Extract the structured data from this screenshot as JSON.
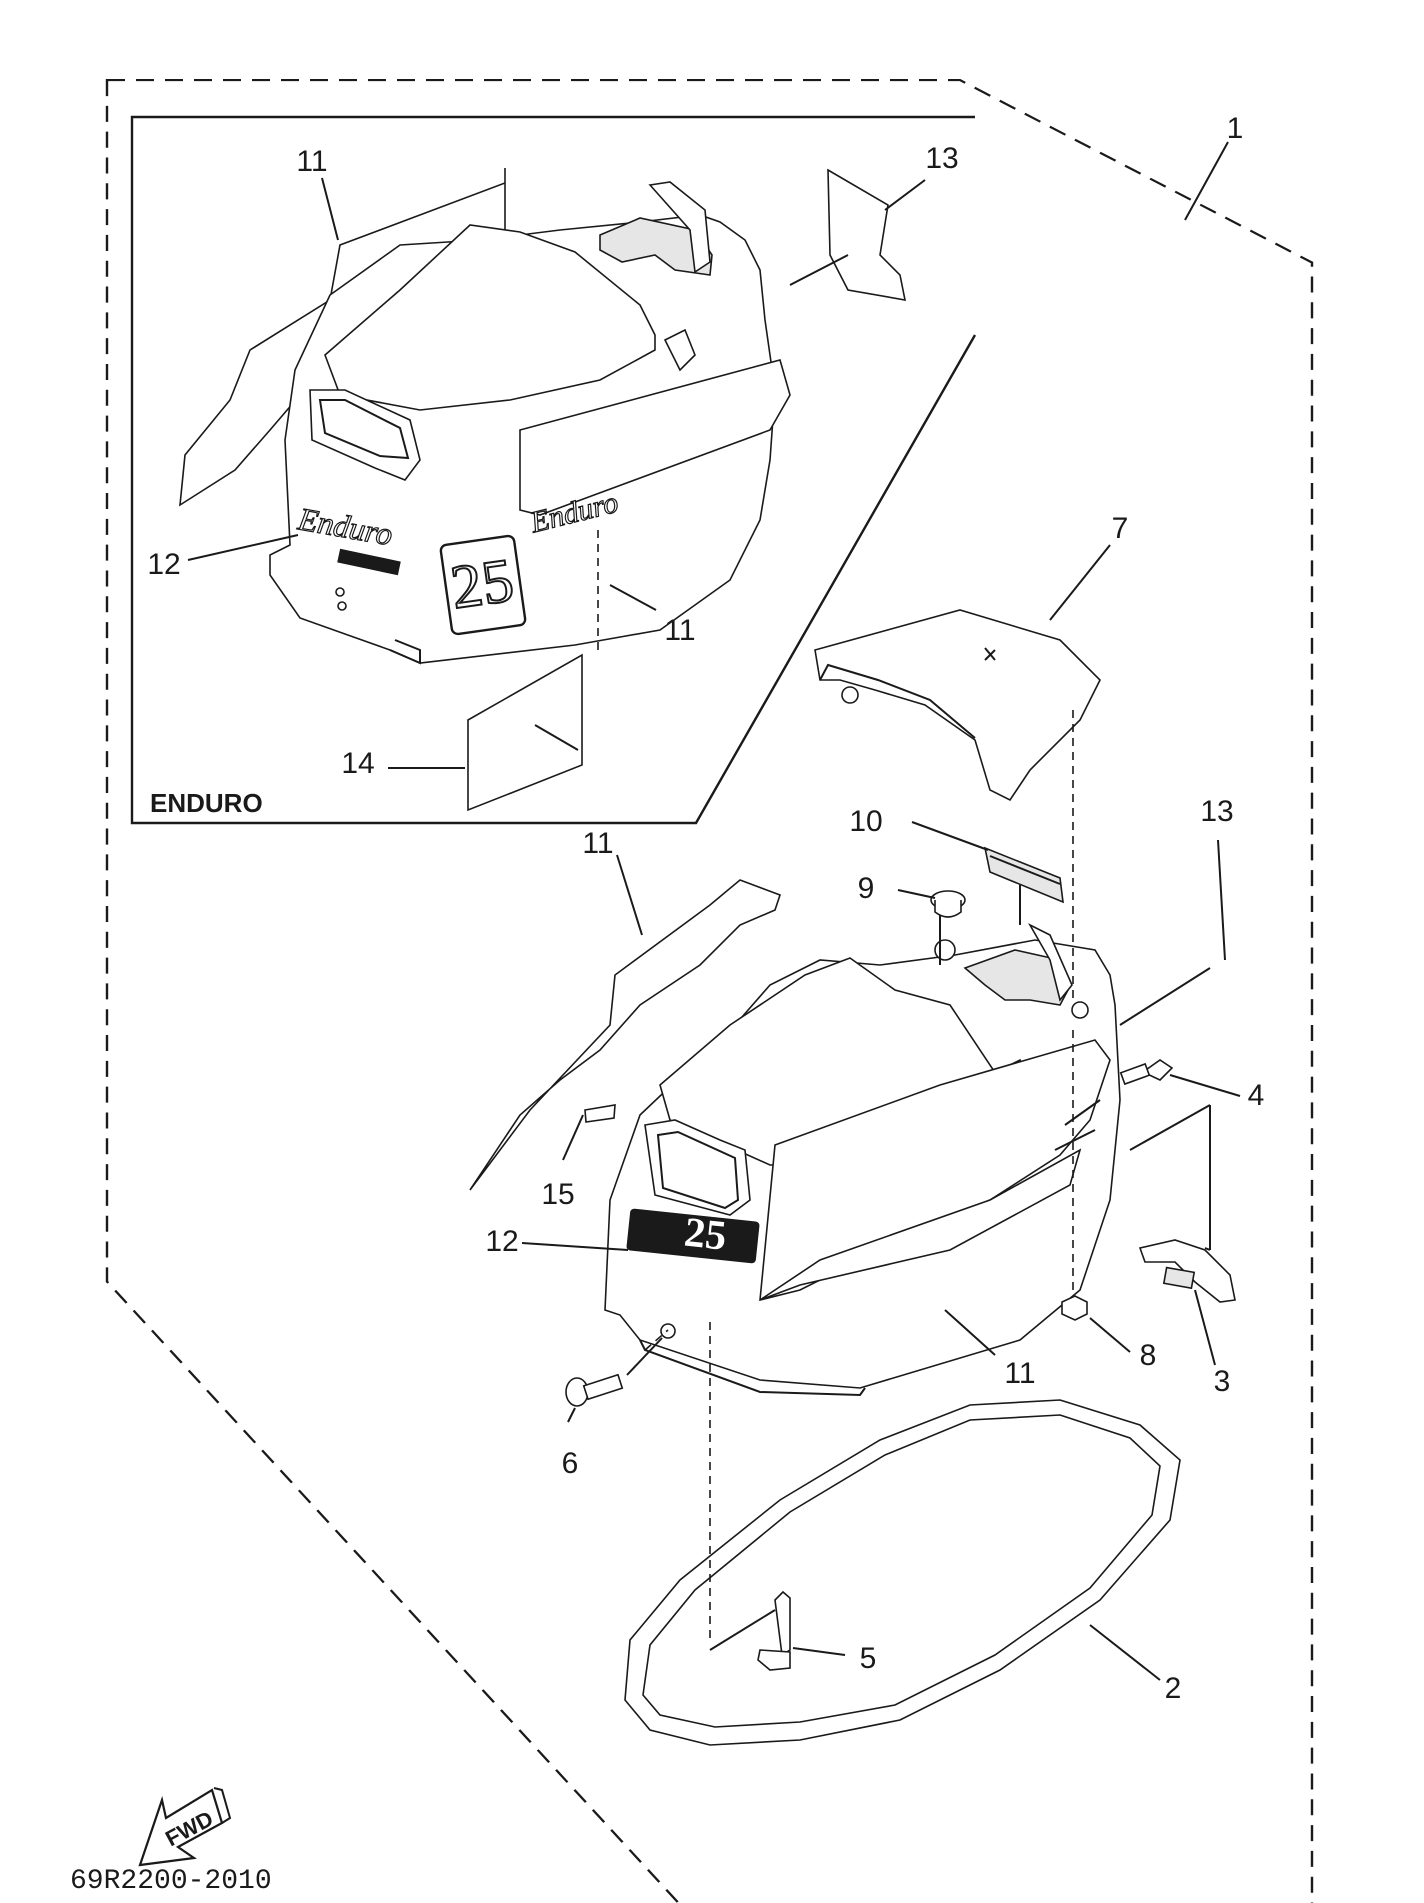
{
  "diagram": {
    "inset_label": "ENDURO",
    "drawing_code": "69R2200-2010",
    "fwd_label": "FWD",
    "decal_texts": {
      "enduro_a": "Enduro",
      "enduro_b": "Enduro",
      "hp_a": "25",
      "hp_b": "25"
    },
    "callouts": [
      {
        "id": "c1",
        "number": "1"
      },
      {
        "id": "c2",
        "number": "2"
      },
      {
        "id": "c3",
        "number": "3"
      },
      {
        "id": "c4",
        "number": "4"
      },
      {
        "id": "c5",
        "number": "5"
      },
      {
        "id": "c6",
        "number": "6"
      },
      {
        "id": "c7",
        "number": "7"
      },
      {
        "id": "c8",
        "number": "8"
      },
      {
        "id": "c9",
        "number": "9"
      },
      {
        "id": "c10",
        "number": "10"
      },
      {
        "id": "c11a",
        "number": "11"
      },
      {
        "id": "c11b",
        "number": "11"
      },
      {
        "id": "c11c",
        "number": "11"
      },
      {
        "id": "c11d",
        "number": "11"
      },
      {
        "id": "c12a",
        "number": "12"
      },
      {
        "id": "c12b",
        "number": "12"
      },
      {
        "id": "c13a",
        "number": "13"
      },
      {
        "id": "c13b",
        "number": "13"
      },
      {
        "id": "c14",
        "number": "14"
      },
      {
        "id": "c15",
        "number": "15"
      }
    ]
  }
}
